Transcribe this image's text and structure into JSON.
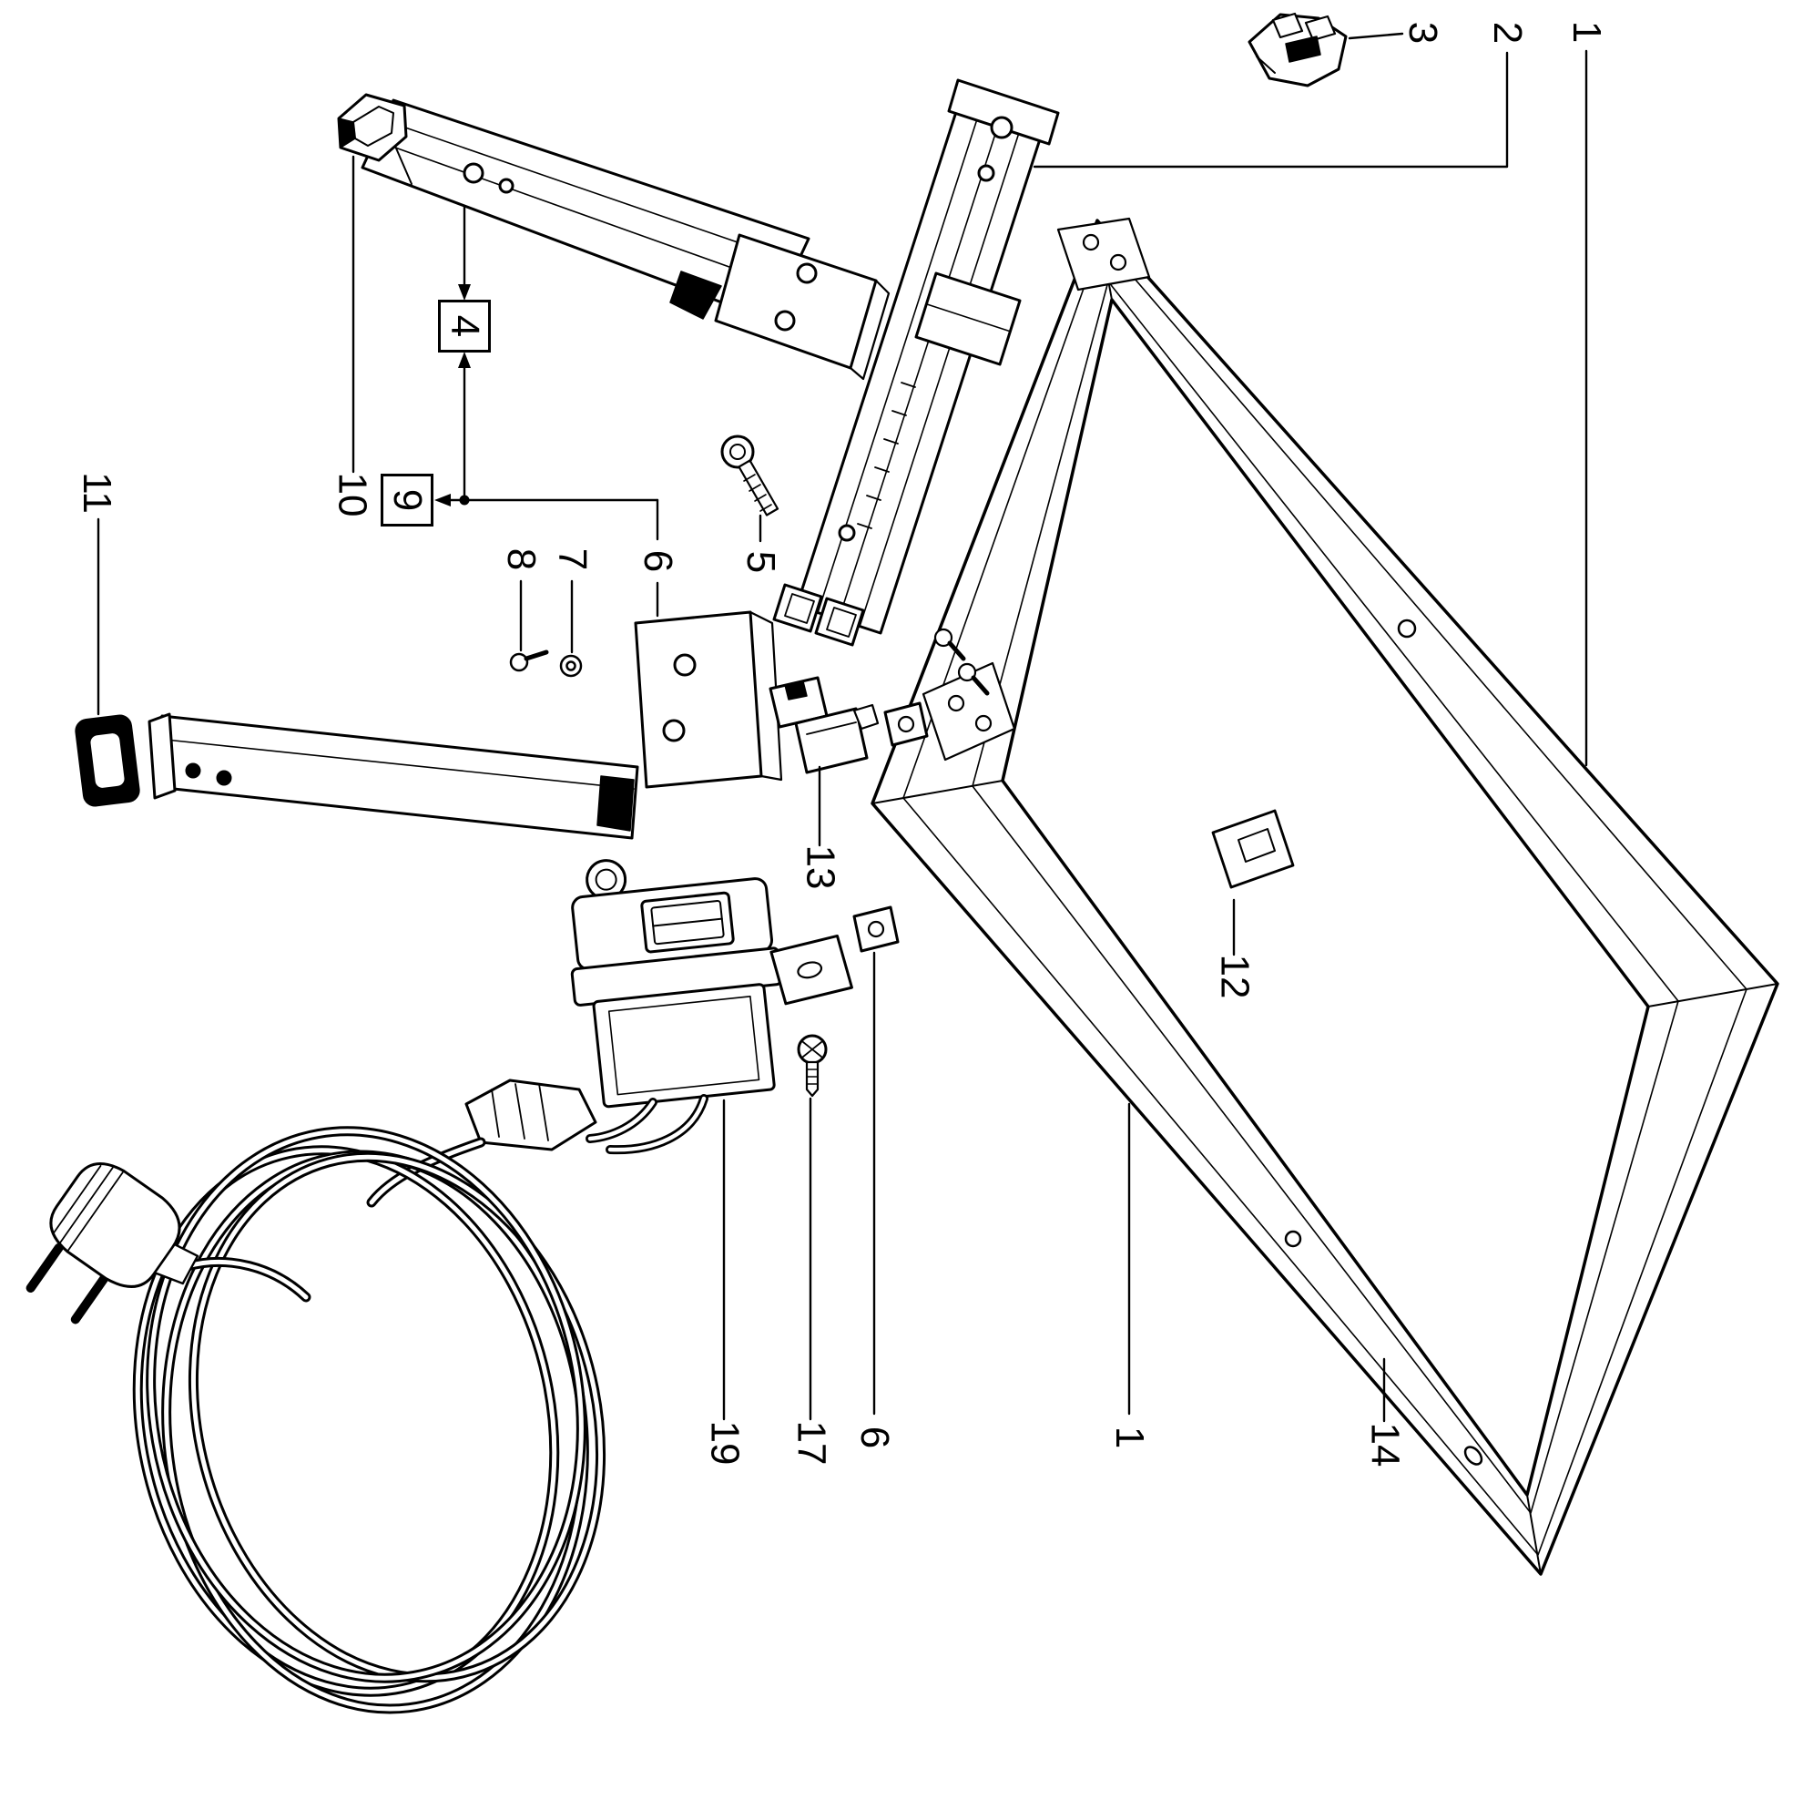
{
  "figure": {
    "kind": "exploded-parts-diagram",
    "background_color": "#ffffff",
    "line_color": "#000000",
    "label_rotation_deg": 90
  },
  "labels": [
    {
      "id": "3",
      "text": "3",
      "boxed": false
    },
    {
      "id": "2",
      "text": "2",
      "boxed": false
    },
    {
      "id": "1-top",
      "text": "1",
      "boxed": false
    },
    {
      "id": "11",
      "text": "11",
      "boxed": false
    },
    {
      "id": "10",
      "text": "10",
      "boxed": false
    },
    {
      "id": "4",
      "text": "4",
      "boxed": true
    },
    {
      "id": "9",
      "text": "9",
      "boxed": true
    },
    {
      "id": "8",
      "text": "8",
      "boxed": false
    },
    {
      "id": "7",
      "text": "7",
      "boxed": false
    },
    {
      "id": "6-mid",
      "text": "6",
      "boxed": false
    },
    {
      "id": "5",
      "text": "5",
      "boxed": false
    },
    {
      "id": "13",
      "text": "13",
      "boxed": false
    },
    {
      "id": "12",
      "text": "12",
      "boxed": false
    },
    {
      "id": "19",
      "text": "19",
      "boxed": false
    },
    {
      "id": "17",
      "text": "17",
      "boxed": false
    },
    {
      "id": "6-bottom",
      "text": "6",
      "boxed": false
    },
    {
      "id": "1-bottom",
      "text": "1",
      "boxed": false
    },
    {
      "id": "14",
      "text": "14",
      "boxed": false
    }
  ]
}
